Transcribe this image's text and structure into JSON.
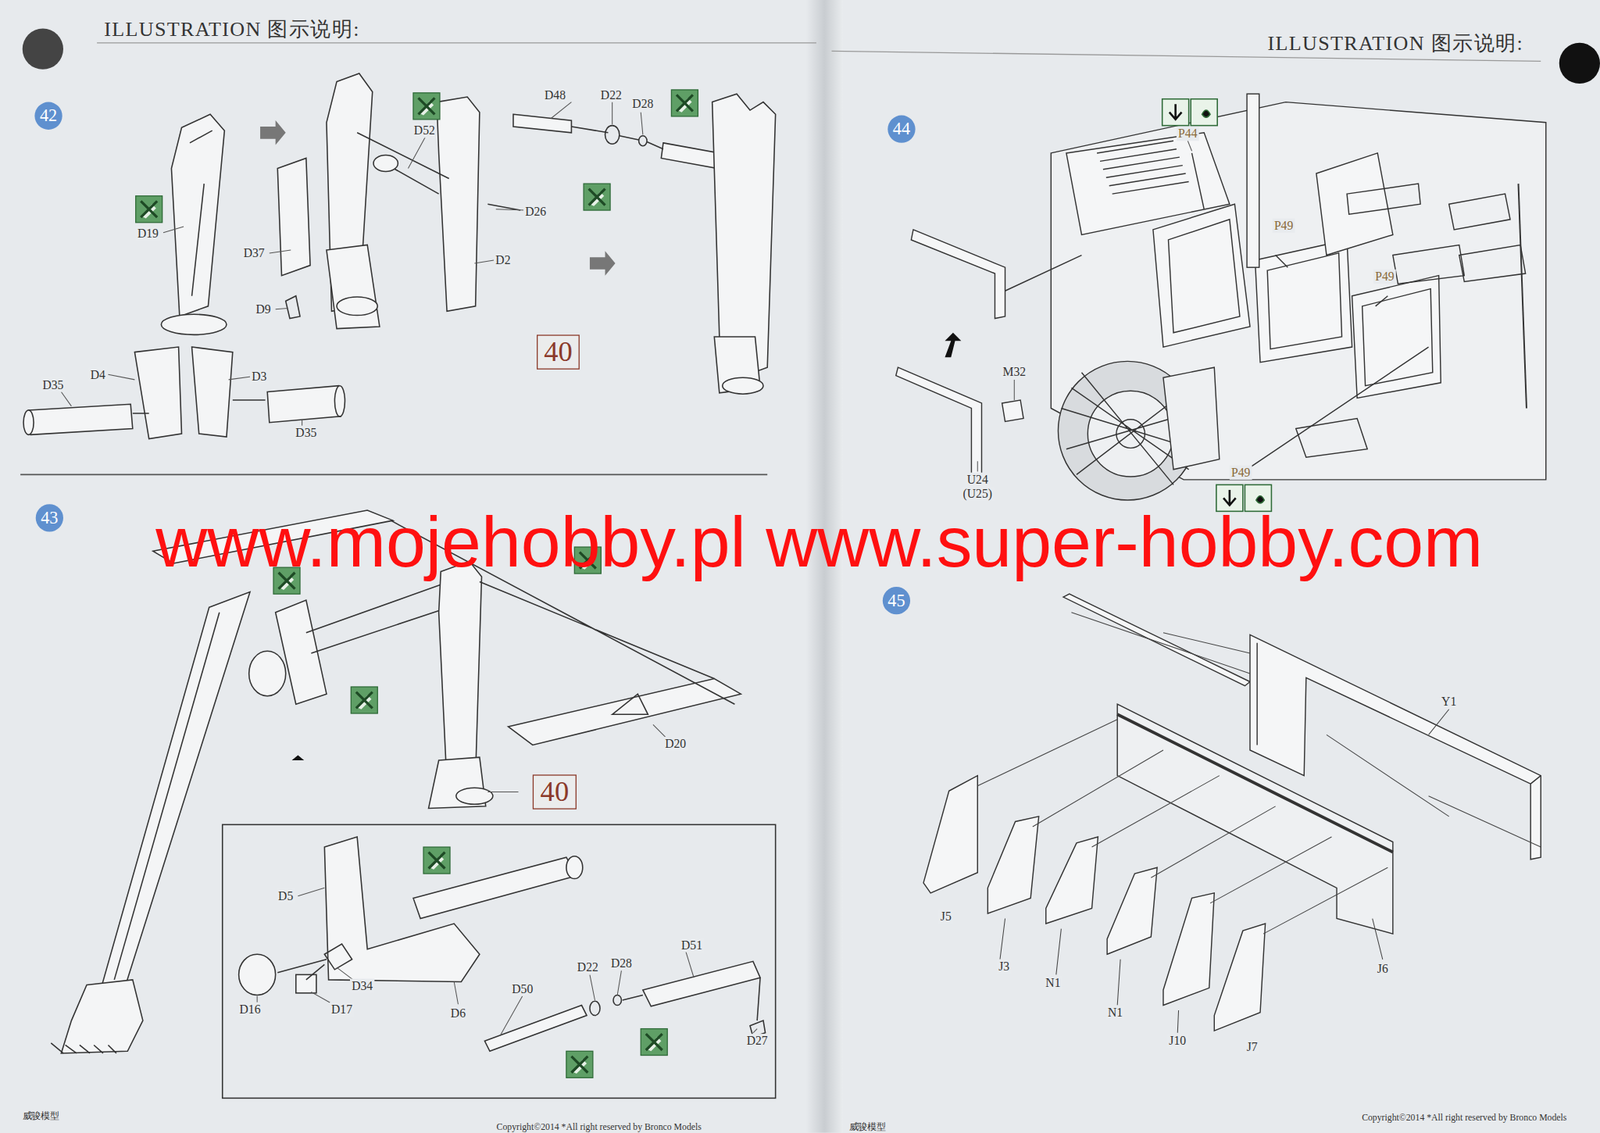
{
  "diagram": {
    "nodes": [
      {
        "text": [
          "42"
        ]
      },
      {
        "text": [
          "40"
        ]
      },
      {
        "text": [
          "43"
        ]
      },
      {
        "text": [
          "40"
        ]
      },
      {
        "text": [
          "44"
        ]
      },
      {
        "text": [
          "45"
        ]
      }
    ],
    "labels": [
      "ILLUSTRATION 图示说明:",
      "ILLUSTRATION 图示说明:",
      "D19",
      "D37",
      "D52",
      "D26",
      "D2",
      "D9",
      "D4",
      "D3",
      "D35",
      "D35",
      "D48",
      "D22",
      "D28",
      "D20",
      "D5",
      "D34",
      "D16",
      "D17",
      "D6",
      "D50",
      "D22",
      "D28",
      "D51",
      "D27",
      "P44",
      "P49",
      "P49",
      "P49",
      "M32",
      "U24",
      "(U25)",
      "Y1",
      "J5",
      "J3",
      "N1",
      "N1",
      "J10",
      "J7",
      "J6",
      "www.mojehobby.pl www.super-hobby.com",
      "威骏模型",
      "Copyright©2014 *All right reserved by Bronco Models",
      "威骏模型",
      "Copyright©2014 *All right reserved by Bronco Models"
    ]
  }
}
